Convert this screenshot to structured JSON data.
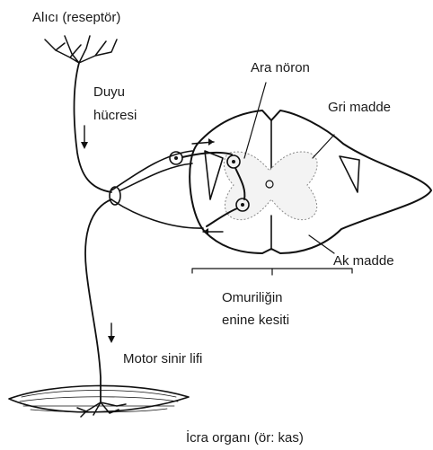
{
  "labels": {
    "receptor": "Alıcı (reseptör)",
    "sensory_line1": "Duyu",
    "sensory_line2": "hücresi",
    "interneuron": "Ara nöron",
    "gray_matter": "Gri madde",
    "white_matter": "Ak madde",
    "cross_section_line1": "Omuriliğin",
    "cross_section_line2": "enine kesiti",
    "motor_fiber": "Motor sinir lifi",
    "effector": "İcra organı (ör: kas)"
  }
}
